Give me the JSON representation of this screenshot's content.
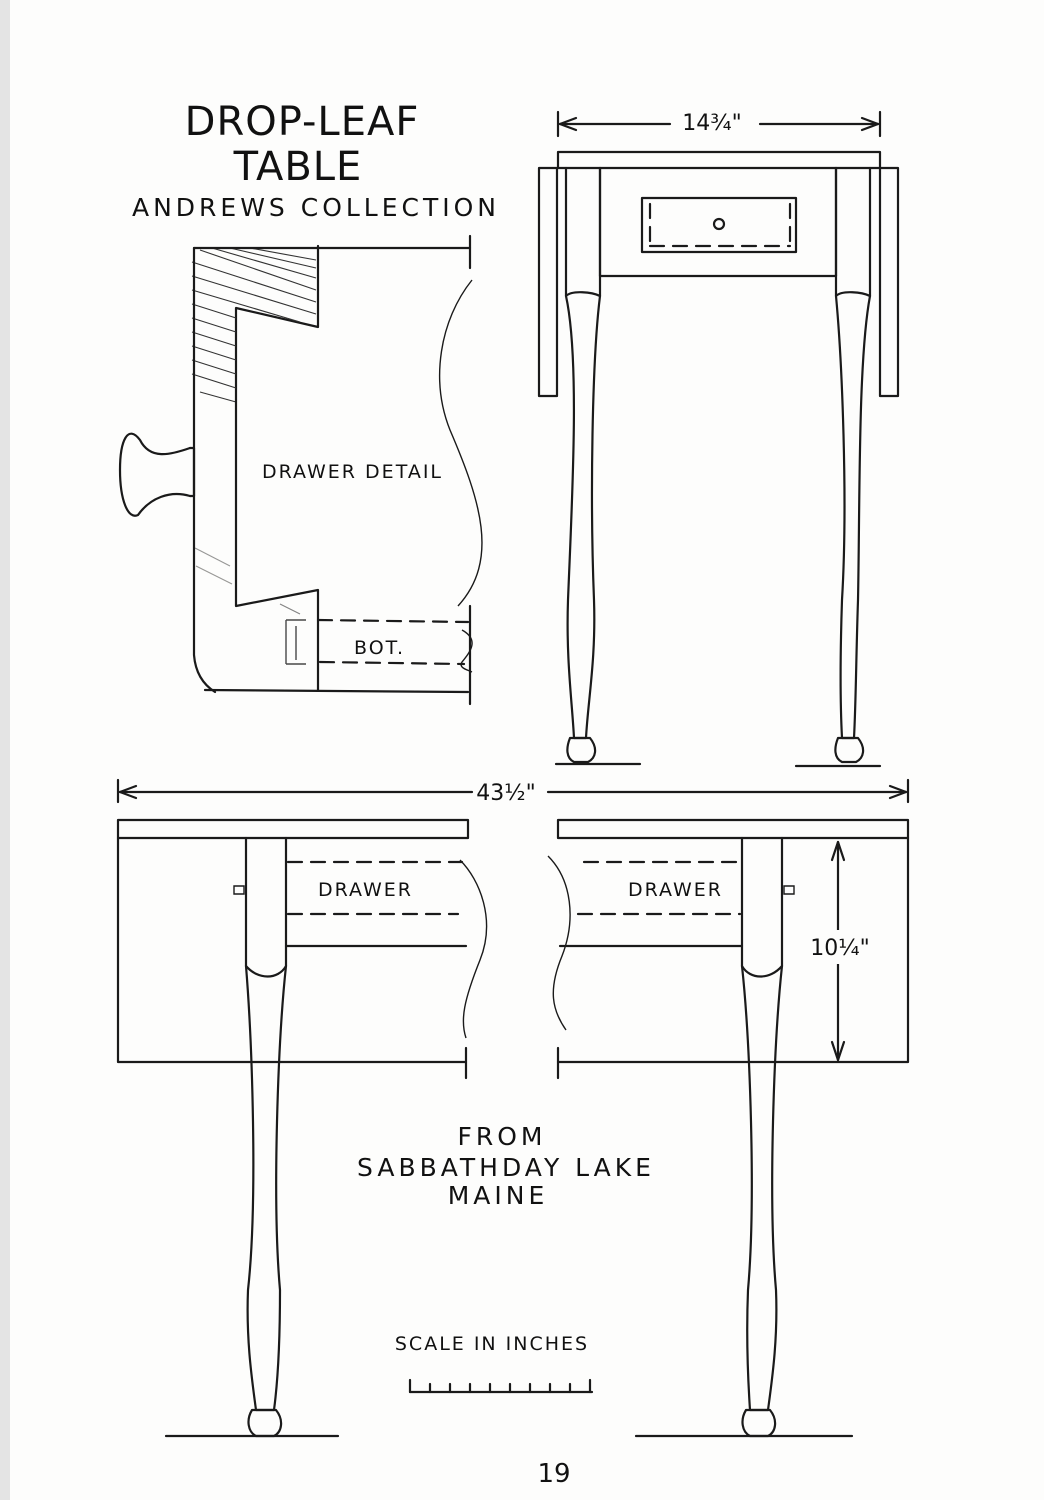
{
  "title": {
    "line1": "DROP-LEAF",
    "line2": "TABLE",
    "collection": "ANDREWS COLLECTION"
  },
  "labels": {
    "drawer_detail": "DRAWER DETAIL",
    "bottom": "BOT.",
    "drawer_left": "DRAWER",
    "drawer_right": "DRAWER",
    "scale": "SCALE IN INCHES"
  },
  "dimensions": {
    "top_width": "14¾\"",
    "overall_width": "43½\"",
    "leaf_drop": "10¼\""
  },
  "provenance": {
    "line1": "FROM",
    "line2": "SABBATHDAY LAKE",
    "line3": "MAINE"
  },
  "page_number": "19"
}
